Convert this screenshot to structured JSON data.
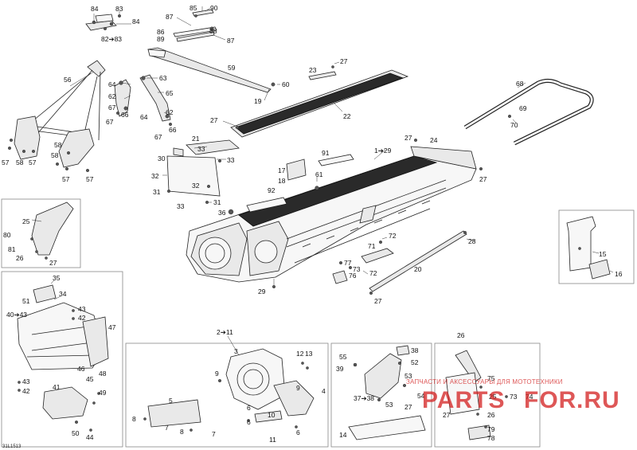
{
  "figure_id": "31L1513",
  "watermark": {
    "text_ru": "ЗАПЧАСТИ И АКСЕССУАРЫ ДЛЯ МОТОТЕХНИКИ",
    "brand_a": "PARTS",
    "brand_b": "FOR",
    "brand_c": ".RU",
    "color": "#d32020"
  },
  "callouts": {
    "c84a": "84",
    "c83a": "83",
    "c84b": "84",
    "c82_83": "82➔83",
    "c85": "85",
    "c90": "90",
    "c87a": "87",
    "c86": "86",
    "c88": "88",
    "c89": "89",
    "c87b": "87",
    "c56": "56",
    "c59": "59",
    "c60": "60",
    "c19": "19",
    "c64a": "64",
    "c63": "63",
    "c62a": "62",
    "c65": "65",
    "c62b": "62",
    "c67a": "67",
    "c66a": "66",
    "c64b": "64",
    "c66b": "66",
    "c67b": "67",
    "c23": "23",
    "c27a": "27",
    "c22": "22",
    "c27b": "27",
    "c68": "68",
    "c69": "69",
    "c70": "70",
    "c21": "21",
    "c33a": "33",
    "c30": "30",
    "c33b": "33",
    "c32a": "32",
    "c32b": "32",
    "c31a": "31",
    "c31b": "31",
    "c33c": "33",
    "c36": "36",
    "c57a": "57",
    "c58a": "58",
    "c57b": "57",
    "c58b": "58",
    "c58c": "58",
    "c57c": "57",
    "c57d": "57",
    "c1_29": "1➔29",
    "c91": "91",
    "c17": "17",
    "c18": "18",
    "c61": "61",
    "c92": "92",
    "c27c": "27",
    "c24": "24",
    "c27d": "27",
    "c72": "72",
    "c71": "71",
    "c77": "77",
    "c73": "73",
    "c72b": "72",
    "c76": "76",
    "c28": "28",
    "c20": "20",
    "c27e": "27",
    "c29": "29",
    "c15": "15",
    "c16": "16",
    "c25a": "25",
    "c80": "80",
    "c81": "81",
    "c26a": "26",
    "c27f": "27",
    "c35": "35",
    "c34": "34",
    "c51": "51",
    "c43a": "43",
    "c42a": "42",
    "c40_43": "40➔43",
    "c47": "47",
    "c46": "46",
    "c48": "48",
    "c45": "45",
    "c43b": "43",
    "c42b": "42",
    "c41": "41",
    "c49": "49",
    "c50": "50",
    "c44": "44",
    "c2_11": "2➔11",
    "c3": "3",
    "c12": "12",
    "c13": "13",
    "c9a": "9",
    "c9b": "9",
    "c4": "4",
    "c5": "5",
    "c8a": "8",
    "c7a": "7",
    "c6": "6",
    "c10": "10",
    "c8b": "8",
    "c7b": "7",
    "c11": "11",
    "c6b": "6",
    "c55": "55",
    "c38a": "38",
    "c39": "39",
    "c52": "52",
    "c53": "53",
    "c37_38": "37➔38",
    "c54": "54",
    "c53b": "53",
    "c27g": "27",
    "c14": "14",
    "c26b": "26",
    "c75": "75",
    "c25b": "25",
    "c73b": "73",
    "c74": "74",
    "c27h": "27",
    "c26c": "26",
    "c79": "79",
    "c78": "78"
  }
}
